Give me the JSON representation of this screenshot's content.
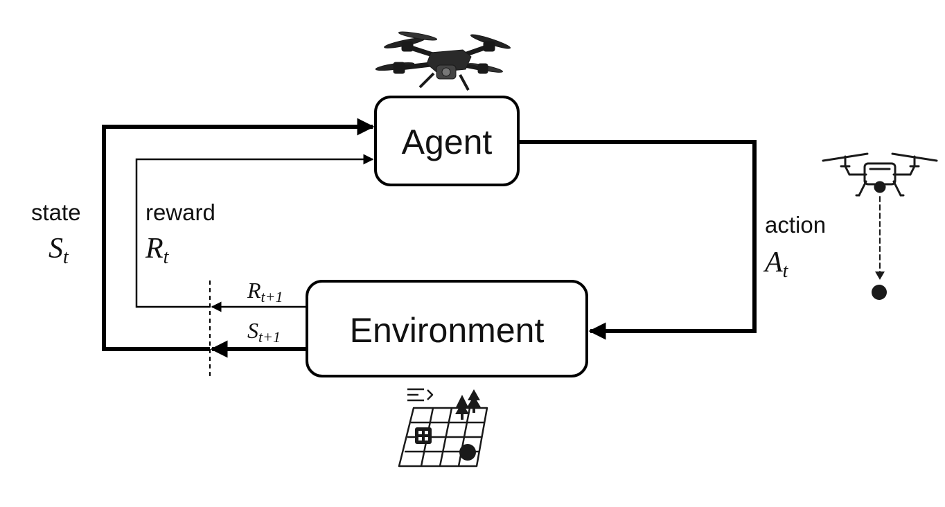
{
  "nodes": {
    "agent": {
      "label": "Agent"
    },
    "environment": {
      "label": "Environment"
    }
  },
  "edges": {
    "state": {
      "word": "state",
      "symbol": "S",
      "subscript": "t"
    },
    "reward": {
      "word": "reward",
      "symbol": "R",
      "subscript": "t"
    },
    "action": {
      "word": "action",
      "symbol": "A",
      "subscript": "t"
    },
    "next_reward": {
      "symbol": "R",
      "subscript": "t+1"
    },
    "next_state": {
      "symbol": "S",
      "subscript": "t+1"
    }
  },
  "icons": {
    "agent_icon": "quadcopter-drone-icon",
    "drop_icon": "drone-payload-drop-icon",
    "environment_icon": "grid-map-icon"
  }
}
